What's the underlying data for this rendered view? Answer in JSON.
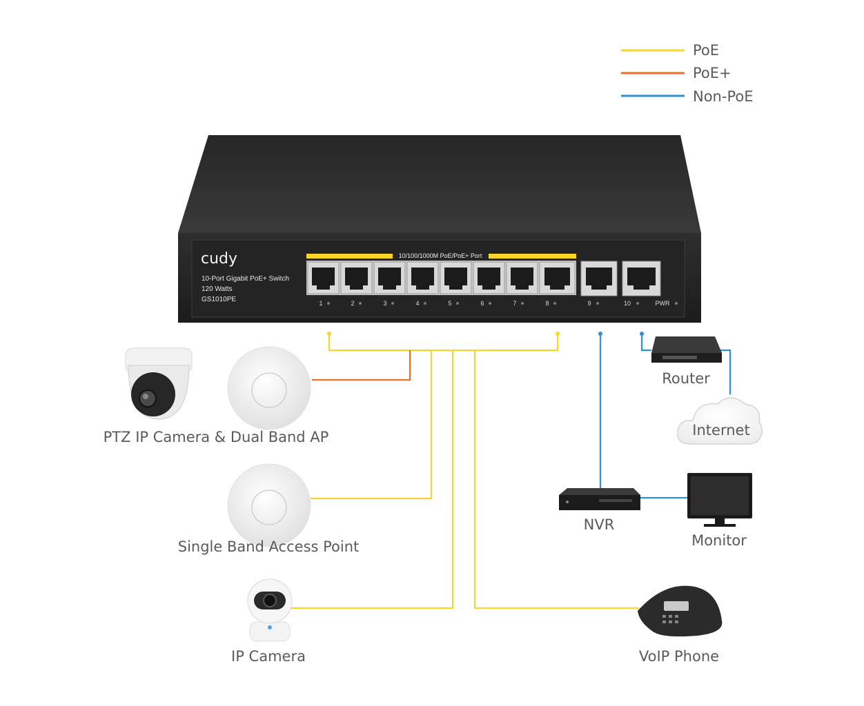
{
  "legend": {
    "items": [
      {
        "label": "PoE",
        "color": "#F9D52B"
      },
      {
        "label": "PoE+",
        "color": "#E8702A"
      },
      {
        "label": "Non-PoE",
        "color": "#2F8FD8"
      }
    ]
  },
  "switch": {
    "brand": "cudy",
    "description": "10-Port Gigabit PoE+ Switch",
    "watts": "120 Watts",
    "model": "GS1010PE",
    "poe_banner": "10/100/1000M PoE/PoE+ Port",
    "ports": [
      "1",
      "2",
      "3",
      "4",
      "5",
      "6",
      "7",
      "8",
      "9",
      "10"
    ],
    "pwr_label": "PWR"
  },
  "devices": {
    "ptz_ap_label": "PTZ IP Camera & Dual Band AP",
    "single_ap_label": "Single Band Access Point",
    "ip_camera_label": "IP Camera",
    "router_label": "Router",
    "internet_label": "Internet",
    "nvr_label": "NVR",
    "monitor_label": "Monitor",
    "voip_label": "VoIP Phone"
  },
  "colors": {
    "poe": "#F9D52B",
    "poe_plus": "#E8702A",
    "non_poe": "#2F8FD8",
    "switch_body": "#2b2b2b"
  }
}
